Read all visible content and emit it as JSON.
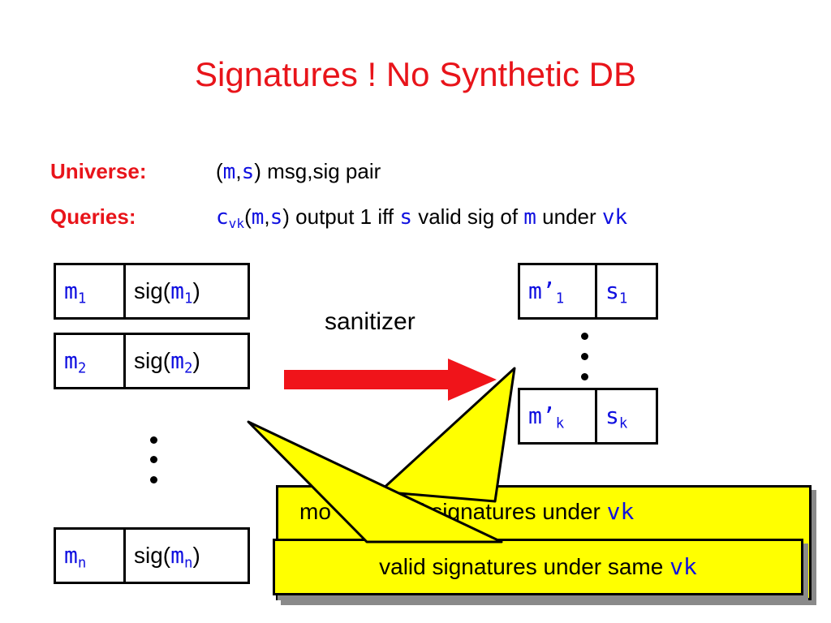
{
  "slide": {
    "title": "Signatures ! No Synthetic DB",
    "universe": {
      "label": "Universe:",
      "open": "(",
      "m": "m",
      "comma": ",",
      "s": "s",
      "close": ") msg,sig pair"
    },
    "queries": {
      "label": "Queries:",
      "c": "c",
      "c_sub": "vk",
      "open": "(",
      "m": "m",
      "comma": ",",
      "s": "s",
      "mid1": ") output 1 iff ",
      "s2": "s",
      "mid2": " valid sig of ",
      "m2": "m",
      "mid3": " under ",
      "vk": "vk"
    },
    "left_db": [
      {
        "m": "m",
        "sub": "1",
        "sig_open": "sig(",
        "sig_m": "m",
        "sig_sub": "1",
        "sig_close": ")"
      },
      {
        "m": "m",
        "sub": "2",
        "sig_open": "sig(",
        "sig_m": "m",
        "sig_sub": "2",
        "sig_close": ")"
      },
      {
        "m": "m",
        "sub": "n",
        "sig_open": "sig(",
        "sig_m": "m",
        "sig_sub": "n",
        "sig_close": ")"
      }
    ],
    "right_db": [
      {
        "m": "m’",
        "sub": "1",
        "s": "s",
        "s_sub": "1"
      },
      {
        "m": "m’",
        "sub": "k",
        "s": "s",
        "s_sub": "k"
      }
    ],
    "arrow_label": "sanitizer",
    "callout_back": {
      "text1": "mo",
      "text2": "valid signatures under ",
      "vk": "vk"
    },
    "callout_front": {
      "text": "valid signatures under same ",
      "vk": "vk"
    },
    "colors": {
      "title": "#e8141a",
      "variable": "#1010e0",
      "arrow": "#f0141a",
      "callout": "#ffff00"
    }
  }
}
